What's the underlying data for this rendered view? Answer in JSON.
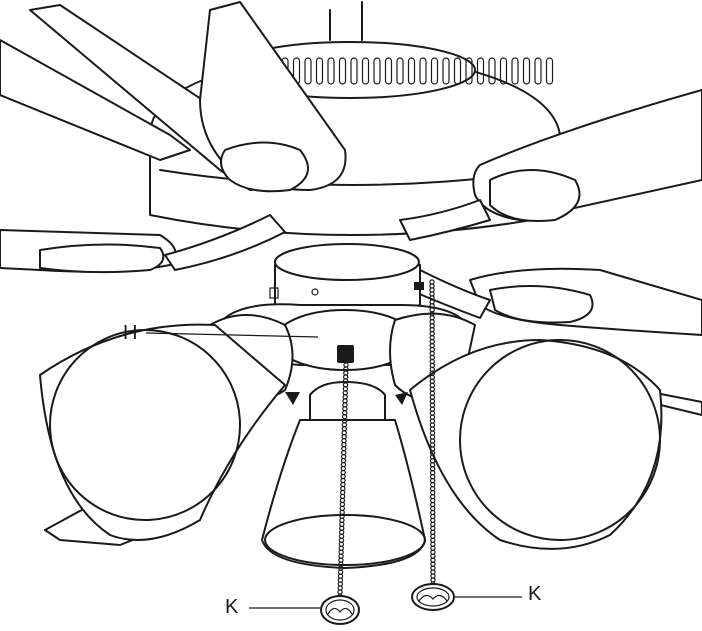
{
  "diagram": {
    "labels": {
      "h": "H",
      "k_left": "K",
      "k_right": "K"
    }
  }
}
